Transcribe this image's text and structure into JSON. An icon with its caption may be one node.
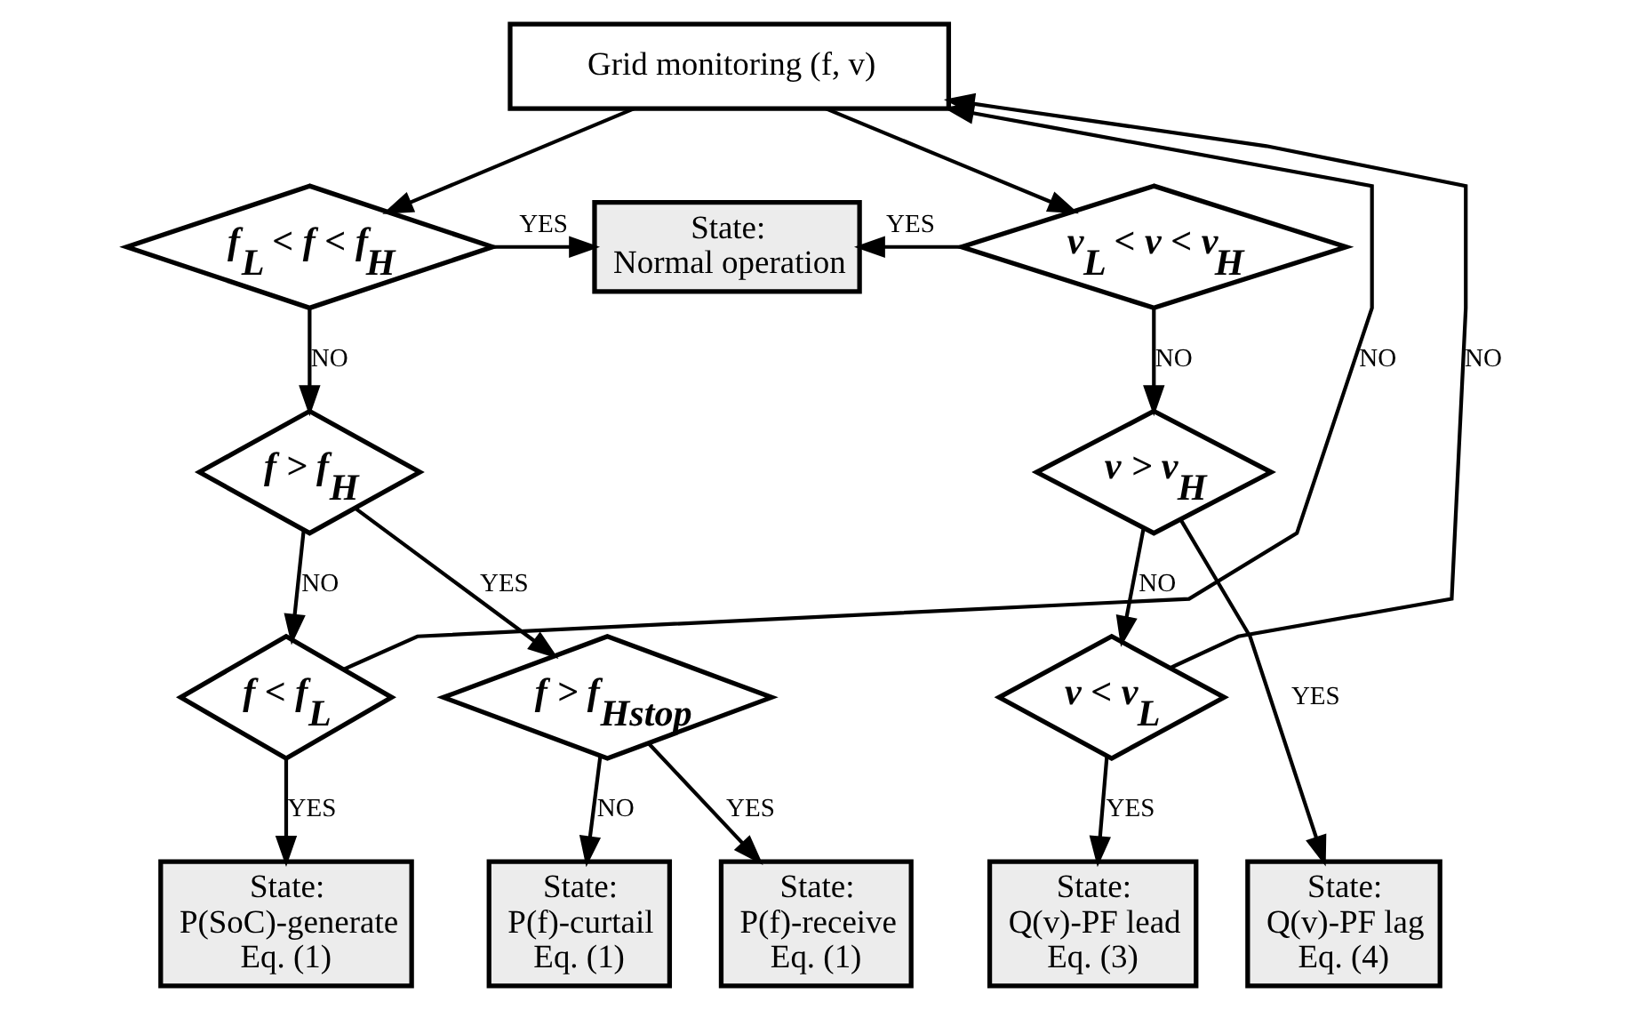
{
  "diagram": {
    "nodes": [
      {
        "text": [
          "Grid monitoring (f, v)"
        ]
      },
      {
        "text": [
          "f$_{L}$ < f < f$_{H}$"
        ]
      },
      {
        "text": [
          "State:",
          "Normal operation"
        ]
      },
      {
        "text": [
          "v$_{L}$ < v < v$_{H}$"
        ]
      },
      {
        "text": [
          "f > f$_{H}$"
        ]
      },
      {
        "text": [
          "v > v$_{H}$"
        ]
      },
      {
        "text": [
          "f < f$_{L}$"
        ]
      },
      {
        "text": [
          "f > f$_{Hstop}$"
        ]
      },
      {
        "text": [
          "v < v$_{L}$"
        ]
      },
      {
        "text": [
          "State:",
          "P(SoC)-generate",
          "Eq. (1)"
        ]
      },
      {
        "text": [
          "State:",
          "P(f)-curtail",
          "Eq. (1)"
        ]
      },
      {
        "text": [
          "State:",
          "P(f)-receive",
          "Eq. (1)"
        ]
      },
      {
        "text": [
          "State:",
          "Q(v)-PF lag",
          "Eq. (4)"
        ]
      },
      {
        "text": [
          "State:",
          "Q(v)-PF lead",
          "Eq. (3)"
        ]
      }
    ],
    "edges": [
      {
        "from": 0,
        "to": 1,
        "arrow": "to"
      },
      {
        "from": 0,
        "to": 3,
        "arrow": "to"
      },
      {
        "from": 1,
        "to": 2,
        "arrow": "to",
        "label": "YES"
      },
      {
        "from": 3,
        "to": 2,
        "arrow": "to",
        "label": "YES"
      },
      {
        "from": 1,
        "to": 4,
        "arrow": "to",
        "label": "NO"
      },
      {
        "from": 3,
        "to": 5,
        "arrow": "to",
        "label": "NO"
      },
      {
        "from": 4,
        "to": 6,
        "arrow": "to",
        "label": "NO"
      },
      {
        "from": 4,
        "to": 7,
        "arrow": "to",
        "label": "YES"
      },
      {
        "from": 5,
        "to": 12,
        "arrow": "to",
        "label": "YES"
      },
      {
        "from": 5,
        "to": 8,
        "arrow": "to",
        "label": "NO"
      },
      {
        "from": 6,
        "to": 0,
        "arrow": "to",
        "label": "NO"
      },
      {
        "from": 6,
        "to": 9,
        "arrow": "to",
        "label": "YES"
      },
      {
        "from": 7,
        "to": 10,
        "arrow": "to",
        "label": "NO"
      },
      {
        "from": 7,
        "to": 11,
        "arrow": "to",
        "label": "YES"
      },
      {
        "from": 8,
        "to": 0,
        "arrow": "to",
        "label": "NO"
      },
      {
        "from": 8,
        "to": 13,
        "arrow": "to",
        "label": "YES"
      }
    ]
  }
}
